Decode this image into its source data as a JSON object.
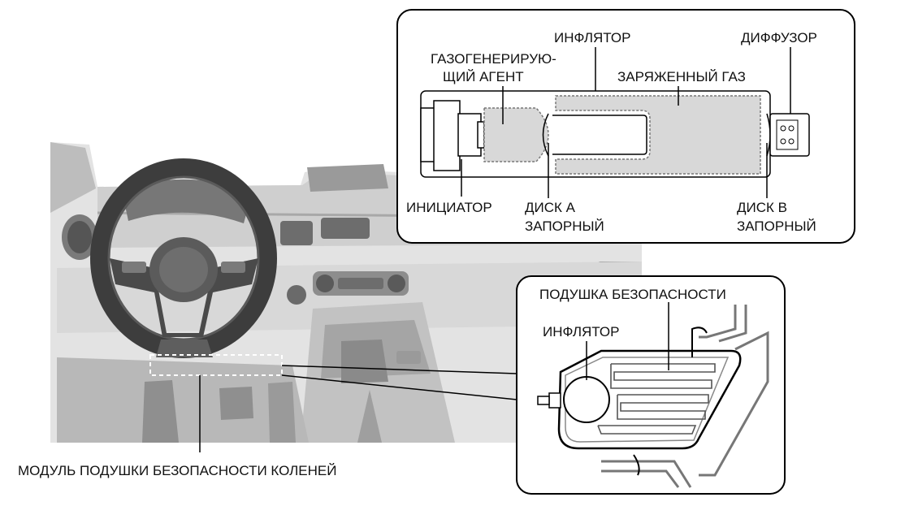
{
  "inflator_detail": {
    "labels": {
      "inflator": "ИНФЛЯТОР",
      "diffuser": "ДИФФУЗОР",
      "gas_agent_line1": "ГАЗОГЕНЕРИРУЮ-",
      "gas_agent_line2": "ЩИЙ АГЕНТ",
      "charged_gas": "ЗАРЯЖЕННЫЙ ГАЗ",
      "initiator": "ИНИЦИАТОР",
      "disk_a_line1": "ДИСК А",
      "disk_a_line2": "ЗАПОРНЫЙ",
      "disk_b_line1": "ДИСК В",
      "disk_b_line2": "ЗАПОРНЫЙ"
    }
  },
  "airbag_detail": {
    "labels": {
      "airbag": "ПОДУШКА БЕЗОПАСНОСТИ",
      "inflator": "ИНФЛЯТОР"
    }
  },
  "dashboard": {
    "labels": {
      "knee_airbag_module": "МОДУЛЬ ПОДУШКИ БЕЗОПАСНОСТИ КОЛЕНЕЙ"
    }
  }
}
